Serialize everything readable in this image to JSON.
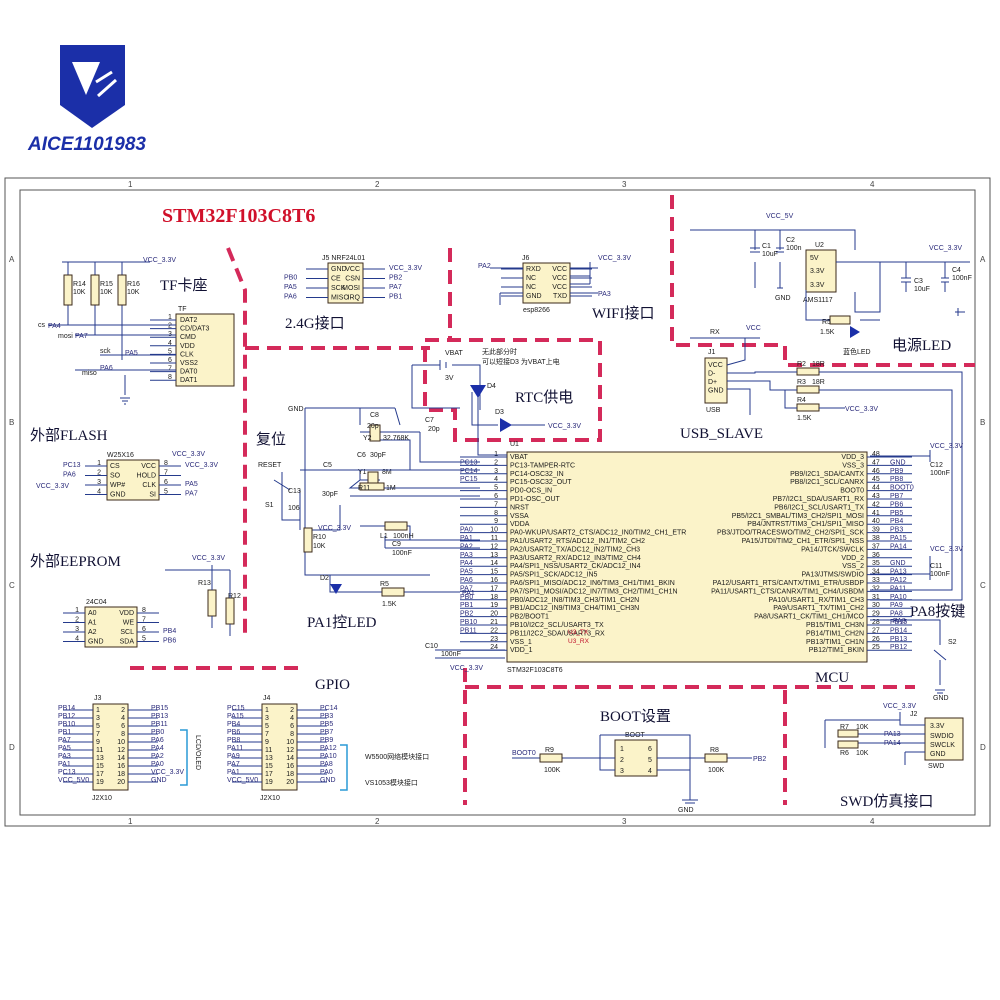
{
  "brand": {
    "name": "AICE1101983"
  },
  "title": "STM32F103C8T6",
  "sections": {
    "tf": "TF卡座",
    "flash": "外部FLASH",
    "eeprom": "外部EEPROM",
    "nrf": "2.4G接口",
    "wifi": "WIFI接口",
    "power": "电源LED",
    "usb": "USB_SLAVE",
    "rtc": "RTC供电",
    "reset": "复位",
    "pa1led": "PA1控LED",
    "gpio": "GPIO",
    "mcu": "MCU",
    "pa8": "PA8按键",
    "boot": "BOOT设置",
    "swd": "SWD仿真接口"
  },
  "notes": {
    "rtc_note1": "无此部分时",
    "rtc_note2": "可以短接D3 为VBAT上电",
    "w5500": "W5500网络模块接口",
    "vs1053": "VS1053模块接口",
    "lcd": "LCD/OLED"
  },
  "ruler": {
    "cols": [
      "1",
      "2",
      "3",
      "4"
    ],
    "rows": [
      "A",
      "B",
      "C",
      "D"
    ]
  },
  "mcu": {
    "ref": "U1",
    "part": "STM32F103C8T6",
    "left_pins": [
      {
        "num": "1",
        "name": "VBAT",
        "net": ""
      },
      {
        "num": "2",
        "name": "PC13-TAMPER-RTC",
        "net": "PC13"
      },
      {
        "num": "3",
        "name": "PC14-OSC32_IN",
        "net": "PC14"
      },
      {
        "num": "4",
        "name": "PC15-OSC32_OUT",
        "net": "PC15"
      },
      {
        "num": "5",
        "name": "PD0-OCS_IN",
        "net": ""
      },
      {
        "num": "6",
        "name": "PD1-OSC_OUT",
        "net": ""
      },
      {
        "num": "7",
        "name": "NRST",
        "net": ""
      },
      {
        "num": "8",
        "name": "VSSA",
        "net": ""
      },
      {
        "num": "9",
        "name": "VDDA",
        "net": ""
      },
      {
        "num": "10",
        "name": "PA0-WKUP/USART2_CTS/ADC12_IN0/TIM2_CH1_ETR",
        "net": "PA0"
      },
      {
        "num": "11",
        "name": "PA1/USART2_RTS/ADC12_IN1/TIM2_CH2",
        "net": "PA1"
      },
      {
        "num": "12",
        "name": "PA2/USART2_TX/ADC12_IN2/TIM2_CH3",
        "net": "PA2"
      },
      {
        "num": "13",
        "name": "PA3/USART2_RX/ADC12_IN3/TIM2_CH4",
        "net": "PA3"
      },
      {
        "num": "14",
        "name": "PA4/SPI1_NSS/USART2_CK/ADC12_IN4",
        "net": "PA4"
      },
      {
        "num": "15",
        "name": "PA5/SPI1_SCK/ADC12_IN5",
        "net": "PA5"
      },
      {
        "num": "16",
        "name": "PA6/SPI1_MISO/ADC12_IN6/TIM3_CH1/TIM1_BKIN",
        "net": "PA6"
      },
      {
        "num": "17",
        "name": "PA7/SPI1_MOSI/ADC12_IN7/TIM3_CH2/TIM1_CH1N",
        "net": "PA7"
      },
      {
        "num": "18",
        "name": "PB0/ADC12_IN8/TIM3_CH3/TIM1_CH2N",
        "net": "PB0"
      },
      {
        "num": "19",
        "name": "PB1/ADC12_IN9/TIM3_CH4/TIM1_CH3N",
        "net": "PB1"
      },
      {
        "num": "20",
        "name": "PB2/BOOT1",
        "net": "PB2"
      },
      {
        "num": "21",
        "name": "PB10/I2C2_SCL/USART3_TX",
        "net": "PB10"
      },
      {
        "num": "22",
        "name": "PB11/I2C2_SDA/USART3_RX",
        "net": "PB11"
      },
      {
        "num": "23",
        "name": "VSS_1",
        "net": ""
      },
      {
        "num": "24",
        "name": "VDD_1",
        "net": ""
      }
    ],
    "right_pins": [
      {
        "num": "48",
        "name": "VDD_3",
        "net": ""
      },
      {
        "num": "47",
        "name": "VSS_3",
        "net": "GND"
      },
      {
        "num": "46",
        "name": "PB9/I2C1_SDA/CANTX",
        "net": "PB9"
      },
      {
        "num": "45",
        "name": "PB8/I2C1_SCL/CANRX",
        "net": "PB8"
      },
      {
        "num": "44",
        "name": "BOOT0",
        "net": "BOOT0"
      },
      {
        "num": "43",
        "name": "PB7/I2C1_SDA/USART1_RX",
        "net": "PB7"
      },
      {
        "num": "42",
        "name": "PB6/I2C1_SCL/USART1_TX",
        "net": "PB6"
      },
      {
        "num": "41",
        "name": "PB5/I2C1_SMBAL/TIM3_CH2/SPI1_MOSI",
        "net": "PB5"
      },
      {
        "num": "40",
        "name": "PB4/JNTRST/TIM3_CH1/SPI1_MISO",
        "net": "PB4"
      },
      {
        "num": "39",
        "name": "PB3/JTDO/TRACESWO/TIM2_CH2/SPI1_SCK",
        "net": "PB3"
      },
      {
        "num": "38",
        "name": "PA15/JTDI/TIM2_CH1_ETR/SPI1_NSS",
        "net": "PA15"
      },
      {
        "num": "37",
        "name": "PA14/JTCK/SWCLK",
        "net": "PA14"
      },
      {
        "num": "36",
        "name": "VDD_2",
        "net": ""
      },
      {
        "num": "35",
        "name": "VSS_2",
        "net": "GND"
      },
      {
        "num": "34",
        "name": "PA13/JTMS/SWDIO",
        "net": "PA13"
      },
      {
        "num": "33",
        "name": "PA12/USART1_RTS/CANTX/TIM1_ETR/USBDP",
        "net": "PA12"
      },
      {
        "num": "32",
        "name": "PA11/USART1_CTS/CANRX/TIM1_CH4/USBDM",
        "net": "PA11"
      },
      {
        "num": "31",
        "name": "PA10/USART1_RX/TIM1_CH3",
        "net": "PA10"
      },
      {
        "num": "30",
        "name": "PA9/USART1_TX/TIM1_CH2",
        "net": "PA9"
      },
      {
        "num": "29",
        "name": "PA8/USART1_CK/TIM1_CH1/MCO",
        "net": "PA8"
      },
      {
        "num": "28",
        "name": "PB15/TIM1_CH3N",
        "net": "PB15"
      },
      {
        "num": "27",
        "name": "PB14/TIM1_CH2N",
        "net": "PB14"
      },
      {
        "num": "26",
        "name": "PB13/TIM1_CH1N",
        "net": "PB13"
      },
      {
        "num": "25",
        "name": "PB12/TIM1_BKIN",
        "net": "PB12"
      }
    ],
    "uart_tx": "U3_TX",
    "uart_rx": "U3_RX"
  },
  "tf_card": {
    "ref": "TF",
    "pins": [
      "DAT2",
      "CD/DAT3",
      "CMD",
      "VDD",
      "CLK",
      "VSS2",
      "DAT0",
      "DAT1"
    ],
    "resistors": [
      {
        "ref": "R14",
        "val": "10K"
      },
      {
        "ref": "R15",
        "val": "10K"
      },
      {
        "ref": "R16",
        "val": "10K"
      }
    ],
    "vcc": "VCC_3.3V",
    "nets": {
      "cs": "PA4",
      "mosi": "PA7",
      "sck": "PA5",
      "miso": "PA6"
    },
    "labels": {
      "cs": "cs",
      "mosi": "mosi",
      "sck": "sck",
      "miso": "miso"
    }
  },
  "flash": {
    "ref": "W25X16",
    "left": [
      "CS",
      "SO",
      "WP#",
      "GND"
    ],
    "right": [
      "VCC",
      "HOLD",
      "CLK",
      "SI"
    ],
    "left_num": [
      "1",
      "2",
      "3",
      "4"
    ],
    "right_num": [
      "8",
      "7",
      "6",
      "5"
    ],
    "nets_left": [
      "PC13",
      "PA6",
      "",
      ""
    ],
    "nets_right": [
      "VCC_3.3V",
      "",
      "PA5",
      "PA7"
    ],
    "vcc": "VCC_3.3V"
  },
  "eeprom": {
    "ref": "24C04",
    "left": [
      "A0",
      "A1",
      "A2",
      "GND"
    ],
    "right": [
      "VDD",
      "WE",
      "SCL",
      "SDA"
    ],
    "left_num": [
      "1",
      "2",
      "3",
      "4"
    ],
    "right_num": [
      "8",
      "7",
      "6",
      "5"
    ],
    "nets": [
      "PB4",
      "PB6"
    ],
    "resistors": [
      {
        "ref": "R13",
        "val": ""
      },
      {
        "ref": "R12",
        "val": ""
      }
    ],
    "vcc": "VCC_3.3V"
  },
  "nrf": {
    "ref": "J5 NRF24L01",
    "left": [
      "GND",
      "CE",
      "SCK",
      "MISO"
    ],
    "right": [
      "VCC",
      "CSN",
      "MOSI",
      "IRQ"
    ],
    "nets_left": [
      "PB0",
      "PA5",
      "PA6"
    ],
    "nets_right": [
      "VCC_3.3V",
      "PB2",
      "PA7",
      "PB1"
    ]
  },
  "wifi": {
    "ref": "J6",
    "part": "esp8266",
    "left": [
      "RXD",
      "NC",
      "NC",
      "GND"
    ],
    "right": [
      "VCC",
      "VCC",
      "VCC",
      "TXD"
    ],
    "nets": [
      "PA2",
      "VCC_3.3V",
      "PA3"
    ]
  },
  "power": {
    "ref": "U2",
    "part": "AMS1117",
    "pins": [
      "5V",
      "3.3V",
      "3.3V"
    ],
    "vin": "VCC_5V",
    "vout": "VCC_3.3V",
    "c1": {
      "ref": "C1",
      "val": "10uF"
    },
    "c2": {
      "ref": "C2",
      "val": "100n"
    },
    "c3": {
      "ref": "C3",
      "val": "10uF"
    },
    "c4": {
      "ref": "C4",
      "val": "100nF"
    },
    "r5": {
      "ref": "R5",
      "val": "1.5K"
    },
    "led": {
      "ref": "D",
      "label": "蓝色LED"
    },
    "gnd": "GND"
  },
  "usb": {
    "ref": "J1",
    "pins": [
      "VCC",
      "D-",
      "D+",
      "GND"
    ],
    "label": "USB",
    "rx": "RX",
    "vcc": "VCC",
    "r2": {
      "ref": "R2",
      "val": "18R"
    },
    "r3": {
      "ref": "R3",
      "val": "18R"
    },
    "r4": {
      "ref": "R4",
      "val": "1.5K"
    },
    "vcc33": "VCC_3.3V"
  },
  "rtc": {
    "vbat": "VBAT",
    "bat_val": "3V",
    "d4": "D4",
    "d3": "D3",
    "vcc": "VCC_3.3V"
  },
  "osc": {
    "c8": {
      "ref": "C8",
      "val": "20p"
    },
    "c7": {
      "ref": "C7",
      "val": "20p"
    },
    "y2": {
      "ref": "Y2",
      "val": "32.768K"
    },
    "c5": {
      "ref": "C5",
      "val": "30pF"
    },
    "c6": {
      "ref": "C6",
      "val": "30pF"
    },
    "y1": {
      "ref": "Y1",
      "val": "8M"
    },
    "r11": {
      "ref": "R11",
      "val": "1M"
    },
    "gnd": "GND"
  },
  "reset": {
    "net": "RESET",
    "s1": "S1",
    "c13": {
      "ref": "C13",
      "val": "106"
    },
    "r10": {
      "ref": "R10",
      "val": "10K"
    },
    "l1": {
      "ref": "L1",
      "val": "100nH"
    },
    "c9": {
      "ref": "C9",
      "val": "100nF"
    },
    "vcc": "VCC_3.3V"
  },
  "led": {
    "d2": "D2",
    "r5": {
      "ref": "R5",
      "val": "1.5K"
    },
    "net": "PA1"
  },
  "decoupling": {
    "c10": {
      "ref": "C10",
      "val": "100nF"
    },
    "c11": {
      "ref": "C11",
      "val": "100nF"
    },
    "c12": {
      "ref": "C12",
      "val": "100nF"
    },
    "vcc": "VCC_3.3V",
    "gnd": "GND"
  },
  "key": {
    "s2": "S2",
    "gnd": "GND",
    "net": "PA8"
  },
  "boot": {
    "ref": "BOOT",
    "pins": [
      "1",
      "2",
      "3",
      "4",
      "5",
      "6"
    ],
    "r9": {
      "ref": "R9",
      "val": "100K"
    },
    "r8": {
      "ref": "R8",
      "val": "100K"
    },
    "net_left": "BOOT0",
    "net_right": "PB2",
    "gnd": "GND"
  },
  "swd": {
    "ref": "J2",
    "label": "SWD",
    "pins": [
      "3.3V",
      "SWDIO",
      "SWCLK",
      "GND"
    ],
    "r7": {
      "ref": "R7",
      "val": "10K"
    },
    "r6": {
      "ref": "R6",
      "val": "10K"
    },
    "nets": [
      "PA13",
      "PA14"
    ],
    "vcc": "VCC_3.3V"
  },
  "j3": {
    "ref": "J3",
    "part": "J2X10",
    "left_nets": [
      "PB14",
      "PB12",
      "PB10",
      "PB1",
      "PA7",
      "PA5",
      "PA3",
      "PA1",
      "PC13",
      "VCC_5V0"
    ],
    "right_nets": [
      "PB15",
      "PB13",
      "PB11",
      "PB0",
      "PA6",
      "PA4",
      "PA2",
      "PA0",
      "VCC_3.3V",
      "GND"
    ],
    "left_nums": [
      "1",
      "3",
      "5",
      "7",
      "9",
      "11",
      "13",
      "15",
      "17",
      "19"
    ],
    "right_nums": [
      "2",
      "4",
      "6",
      "8",
      "10",
      "12",
      "14",
      "16",
      "18",
      "20"
    ]
  },
  "j4": {
    "ref": "J4",
    "part": "J2X10",
    "left_nets": [
      "PC15",
      "PA15",
      "PB4",
      "PB6",
      "PB8",
      "PA11",
      "PA9",
      "PA7",
      "PA1",
      "VCC_5V0"
    ],
    "right_nets": [
      "PC14",
      "PB3",
      "PB5",
      "PB7",
      "PB9",
      "PA12",
      "PA10",
      "PA8",
      "PA0",
      "GND"
    ],
    "left_nums": [
      "1",
      "3",
      "5",
      "7",
      "9",
      "11",
      "13",
      "15",
      "17",
      "19"
    ],
    "right_nums": [
      "2",
      "4",
      "6",
      "8",
      "10",
      "12",
      "14",
      "16",
      "18",
      "20"
    ]
  },
  "colors": {
    "accent": "#d42a5a",
    "wire": "#243a8c",
    "chip_fill": "#fbf3c9",
    "brand": "#1b2fa8"
  }
}
